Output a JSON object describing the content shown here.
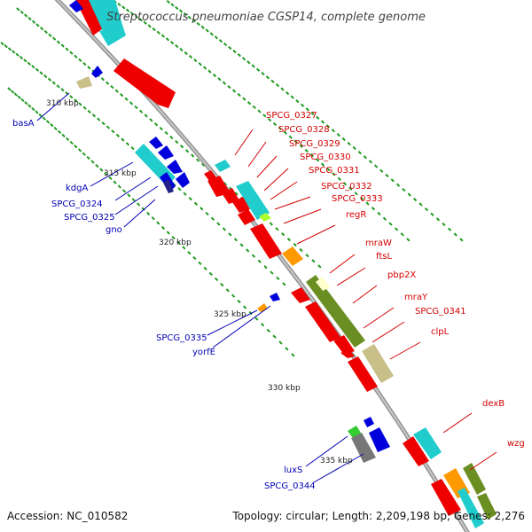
{
  "title": "Streptococcus pneumoniae CGSP14, complete genome",
  "footer": {
    "accession": "Accession: NC_010582",
    "topology": "Topology: circular; Length: 2,209,198 bp; Genes: 2,276"
  },
  "ticks": [
    "310 kbp",
    "315 kbp",
    "320 kbp",
    "325 kbp",
    "330 kbp",
    "335 kbp"
  ],
  "labels_right": [
    "SPCG_0327",
    "SPCG_0328",
    "SPCG_0329",
    "SPCG_0330",
    "SPCG_0331",
    "SPCG_0332",
    "SPCG_0333",
    "regR",
    "mraW",
    "ftsL",
    "pbp2X",
    "mraY",
    "SPCG_0341",
    "clpL",
    "dexB",
    "wzg"
  ],
  "labels_left": [
    "basA",
    "kdgA",
    "SPCG_0324",
    "SPCG_0325",
    "gno",
    "SPCG_0335",
    "yorfE",
    "luxS",
    "SPCG_0344"
  ],
  "colors": {
    "red": "#ee0000",
    "blue": "#0000dd",
    "cyan": "#20cccc",
    "olive": "#6b8e23",
    "khaki": "#c8c088",
    "orange": "#ff9900",
    "gray": "#777777",
    "green": "#33cc33",
    "dot_green": "#1f9a1f",
    "backbone": "#999999",
    "label_red": "#d40000",
    "label_blue": "#0000b4"
  }
}
